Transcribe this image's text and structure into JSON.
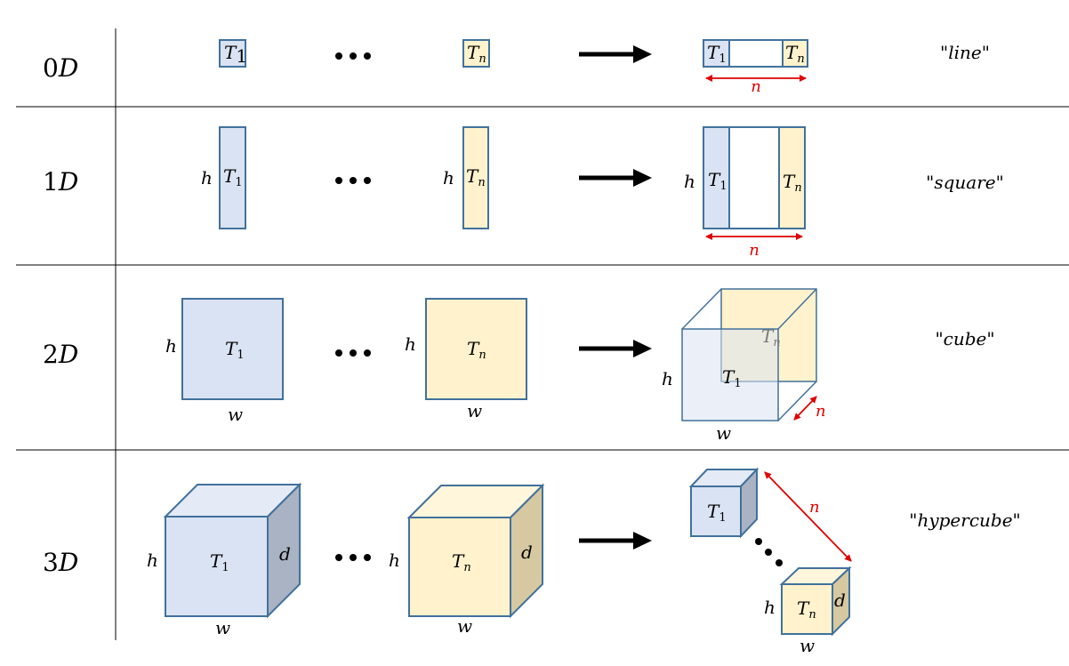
{
  "colors": {
    "blue_fill": "#dae3f3",
    "blue_top": "#e4eaf6",
    "blue_side": "#aab3c3",
    "yellow_fill": "#fff2cc",
    "yellow_top": "#fff6dc",
    "yellow_side": "#d6c8a0",
    "stroke": "#41719c",
    "red": "#e00000",
    "black": "#000000"
  },
  "rows": [
    {
      "label_num": "0",
      "label_var": "D",
      "name": "\"line\""
    },
    {
      "label_num": "1",
      "label_var": "D",
      "name": "\"square\""
    },
    {
      "label_num": "2",
      "label_var": "D",
      "name": "\"cube\""
    },
    {
      "label_num": "3",
      "label_var": "D",
      "name": "\"hypercube\""
    }
  ],
  "symbols": {
    "t": "T",
    "sub_1": "1",
    "sub_n": "n",
    "n": "n",
    "h": "h",
    "w": "w",
    "d": "d"
  }
}
